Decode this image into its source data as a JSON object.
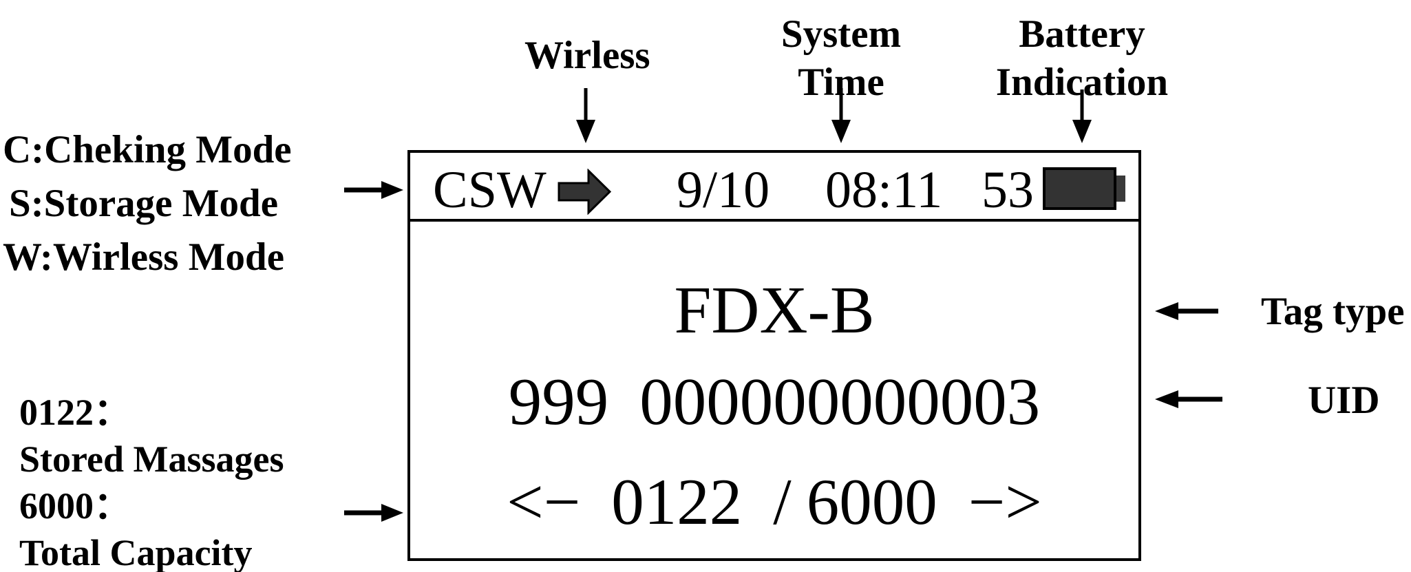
{
  "annotations": {
    "wireless": {
      "label": "Wirless"
    },
    "system_time": {
      "line1": "System",
      "line2": "Time"
    },
    "battery_indication": {
      "line1": "Battery",
      "line2": "Indication"
    },
    "mode_legend": {
      "line1": "C:Cheking Mode",
      "line2": "S:Storage Mode",
      "line3": "W:Wirless Mode"
    },
    "storage_legend": {
      "line1": "0122：",
      "line2": "Stored Massages",
      "line3": "6000：",
      "line4": "Total Capacity"
    },
    "tag_type": {
      "label": "Tag type"
    },
    "uid": {
      "label": "UID"
    }
  },
  "display": {
    "status_bar": {
      "modes": "CSW",
      "date": "9/10",
      "time": "08:11",
      "battery_percent": "53"
    },
    "tag_type": "FDX-B",
    "uid": {
      "country_code": "999",
      "national_code": "000000000003"
    },
    "pager": {
      "left_arrow": "<−",
      "stored_count": "0122",
      "separator": "/",
      "total_capacity": "6000",
      "right_arrow": "−>"
    }
  },
  "colors": {
    "ink": "#000000",
    "dark_fill": "#333333",
    "background": "#ffffff"
  }
}
